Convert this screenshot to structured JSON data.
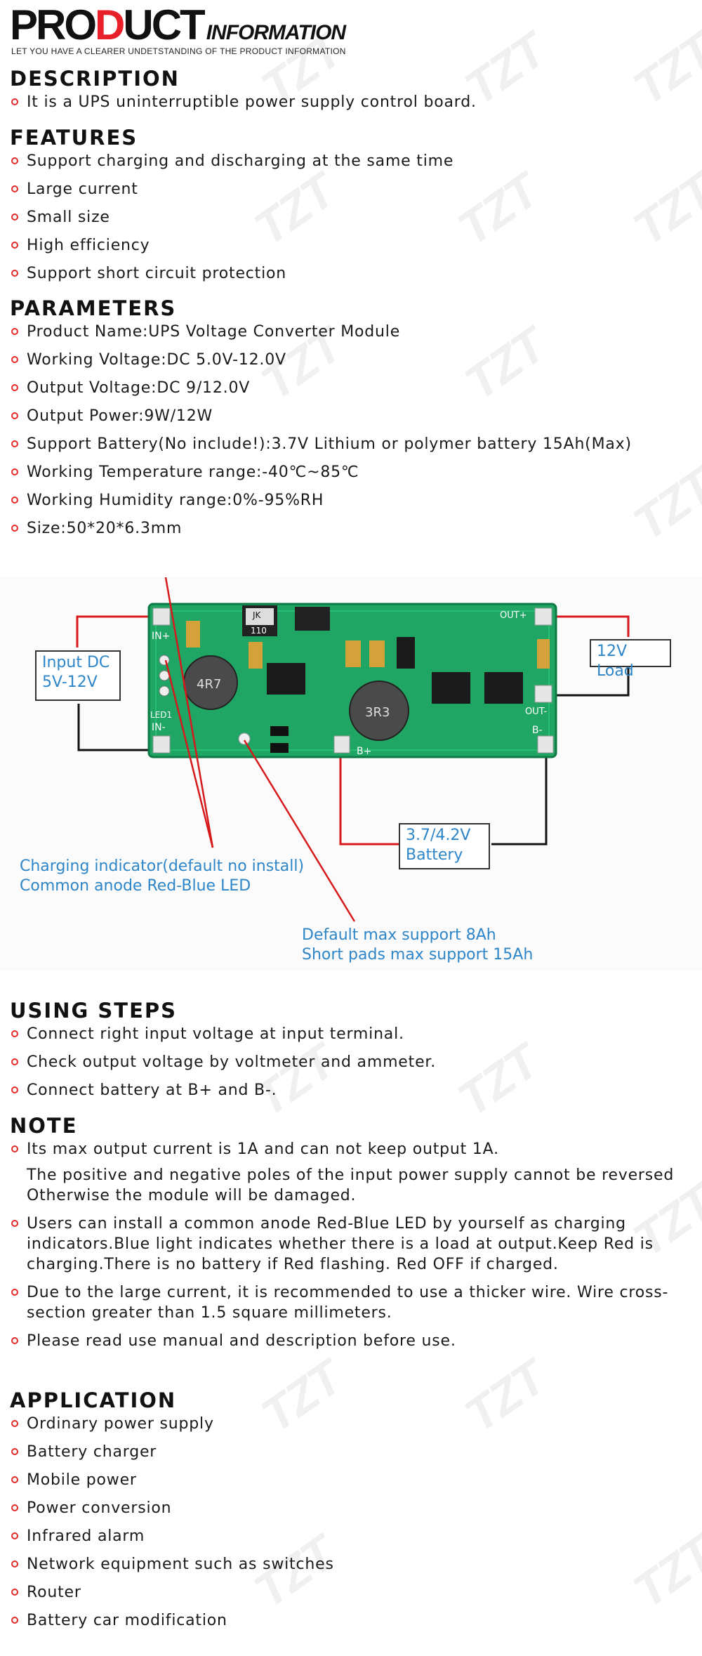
{
  "header": {
    "brand_part1": "PRO",
    "brand_part2": "D",
    "brand_part3": "UCT",
    "brand_sub": "INFORMATION",
    "tagline": "LET YOU HAVE A CLEARER UNDETSTANDING OF THE PRODUCT INFORMATION"
  },
  "description": {
    "title": "DESCRIPTION",
    "items": [
      "It is a UPS uninterruptible power supply control board."
    ]
  },
  "features": {
    "title": "FEATURES",
    "items": [
      "Support charging and discharging at the same time",
      "Large current",
      "Small size",
      "High efficiency",
      "Support short circuit protection"
    ]
  },
  "parameters": {
    "title": "PARAMETERS",
    "items": [
      "Product Name:UPS Voltage Converter Module",
      "Working Voltage:DC 5.0V-12.0V",
      "Output Voltage:DC 9/12.0V",
      "Output Power:9W/12W",
      "Support Battery(No include!):3.7V Lithium or polymer battery 15Ah(Max)",
      "Working Temperature range:-40℃~85℃",
      "Working Humidity range:0%-95%RH",
      "Size:50*20*6.3mm"
    ]
  },
  "diagram": {
    "input_label_1": "Input DC",
    "input_label_2": "5V-12V",
    "load_label": "12V Load",
    "battery_label_1": "3.7/4.2V",
    "battery_label_2": "Battery",
    "indicator_1": "Charging indicator(default no install)",
    "indicator_2": "Common anode Red-Blue LED",
    "pads_1": "Default max support 8Ah",
    "pads_2": "Short pads max support 15Ah",
    "board": {
      "in_plus": "IN+",
      "in_minus": "IN-",
      "out_plus": "OUT+",
      "out_minus": "OUT-",
      "b_plus": "B+",
      "b_minus": "B-",
      "led": "LED1",
      "inductor_1": "4R7",
      "inductor_2": "3R3",
      "chip_jk": "JK",
      "chip_jk_code": "110"
    }
  },
  "using_steps": {
    "title": "USING STEPS",
    "items": [
      "Connect right input voltage at input terminal.",
      "Check output voltage by voltmeter and ammeter.",
      "Connect battery at B+ and B-."
    ]
  },
  "note": {
    "title": "NOTE",
    "items": [
      "Its max output current is 1A and can not keep output 1A.",
      "The positive and negative poles of the input power supply cannot be reversed Otherwise the module will be damaged.",
      "Users can install a common anode Red-Blue LED by yourself as charging indicators.Blue light indicates whether there is a load at output.Keep Red is charging.There is no battery if Red flashing. Red OFF if charged.",
      "Due to the large current, it is recommended to use a thicker wire. Wire cross-section greater than 1.5 square millimeters.",
      "Please read use manual and description before use."
    ]
  },
  "application": {
    "title": "APPLICATION",
    "items": [
      "Ordinary power supply",
      "Battery charger",
      "Mobile power",
      "Power conversion",
      "Infrared alarm",
      "Network equipment such as switches",
      "Router",
      "Battery car modification"
    ]
  },
  "watermark": "TZT",
  "colors": {
    "bullet": "#e32a2a",
    "label_blue": "#2e86c8",
    "board_green": "#1fa564",
    "wire_red": "#d7191c"
  }
}
